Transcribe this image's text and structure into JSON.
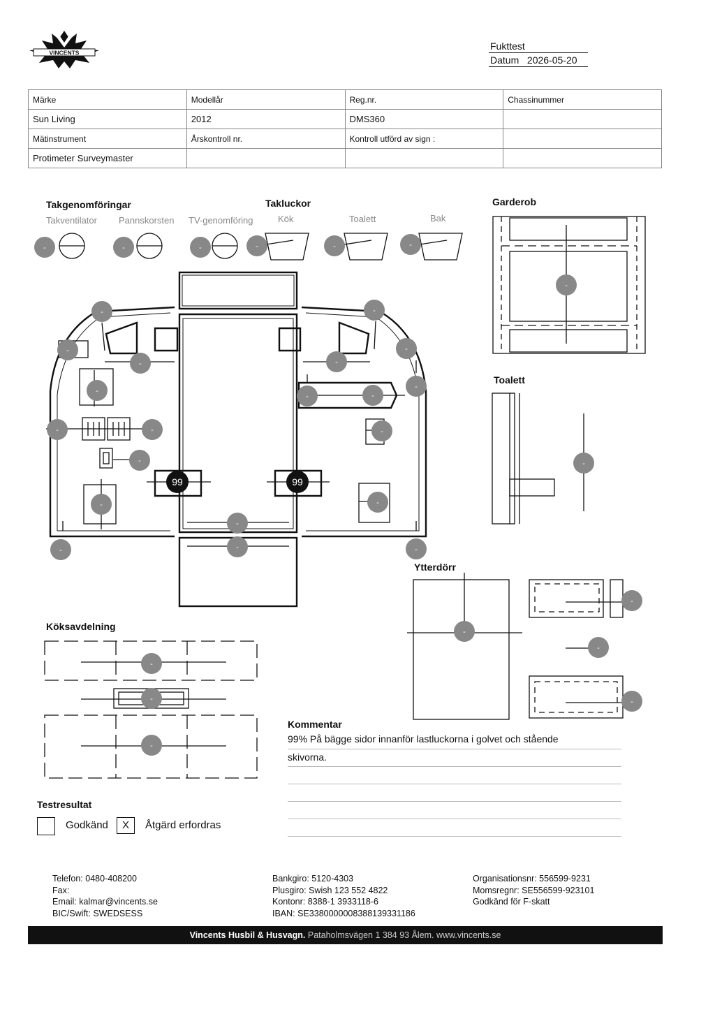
{
  "logo": {
    "text": "VINCENTS"
  },
  "header": {
    "title": "Fukttest",
    "date_label": "Datum",
    "date": "2026-05-20"
  },
  "info": {
    "rows": [
      [
        "Märke",
        "Modellår",
        "Reg.nr.",
        "Chassinummer"
      ],
      [
        "Sun Living",
        "2012",
        "DMS360",
        ""
      ],
      [
        "Mätinstrument",
        "Årskontroll nr.",
        "Kontroll utförd av sign :",
        ""
      ],
      [
        "Protimeter Surveymaster",
        "",
        "",
        ""
      ]
    ]
  },
  "sections": {
    "takgenomforingar": "Takgenomföringar",
    "takluckor": "Takluckor",
    "garderob": "Garderob",
    "toalett": "Toalett",
    "ytterdorr": "Ytterdörr",
    "koksavdelning": "Köksavdelning",
    "testresultat": "Testresultat",
    "kommentar": "Kommentar"
  },
  "roof_items": [
    "Takventilator",
    "Pannskorsten",
    "TV-genomföring",
    "Kök",
    "Toalett",
    "Bak"
  ],
  "readings": {
    "default": "-",
    "front_left": "99",
    "front_right": "99"
  },
  "colors": {
    "reading_grey": "#888888",
    "reading_dark": "#111111"
  },
  "test_result": {
    "approved_label": "Godkänd",
    "action_label": "Åtgärd erfordras",
    "approved_mark": "",
    "action_mark": "X"
  },
  "comment": {
    "line1": "99% På bägge sidor innanför lastluckorna i golvet och stående",
    "line2": "skivorna."
  },
  "footer": {
    "col1": [
      "Telefon: 0480-408200",
      "Fax:",
      "Email: kalmar@vincents.se",
      "BIC/Swift: SWEDSESS"
    ],
    "col2": [
      "Bankgiro: 5120-4303",
      "Plusgiro: Swish 123 552 4822",
      "Kontonr: 8388-1 3933118-6",
      "IBAN: SE3380000008388139331186"
    ],
    "col3": [
      "Organisationsnr: 556599-9231",
      "Momsregnr: SE556599-923101",
      "Godkänd för F-skatt"
    ],
    "company": "Vincents Husbil & Husvagn.",
    "address": "Pataholmsvägen 1 384 93 Ålem. www.vincents.se"
  }
}
